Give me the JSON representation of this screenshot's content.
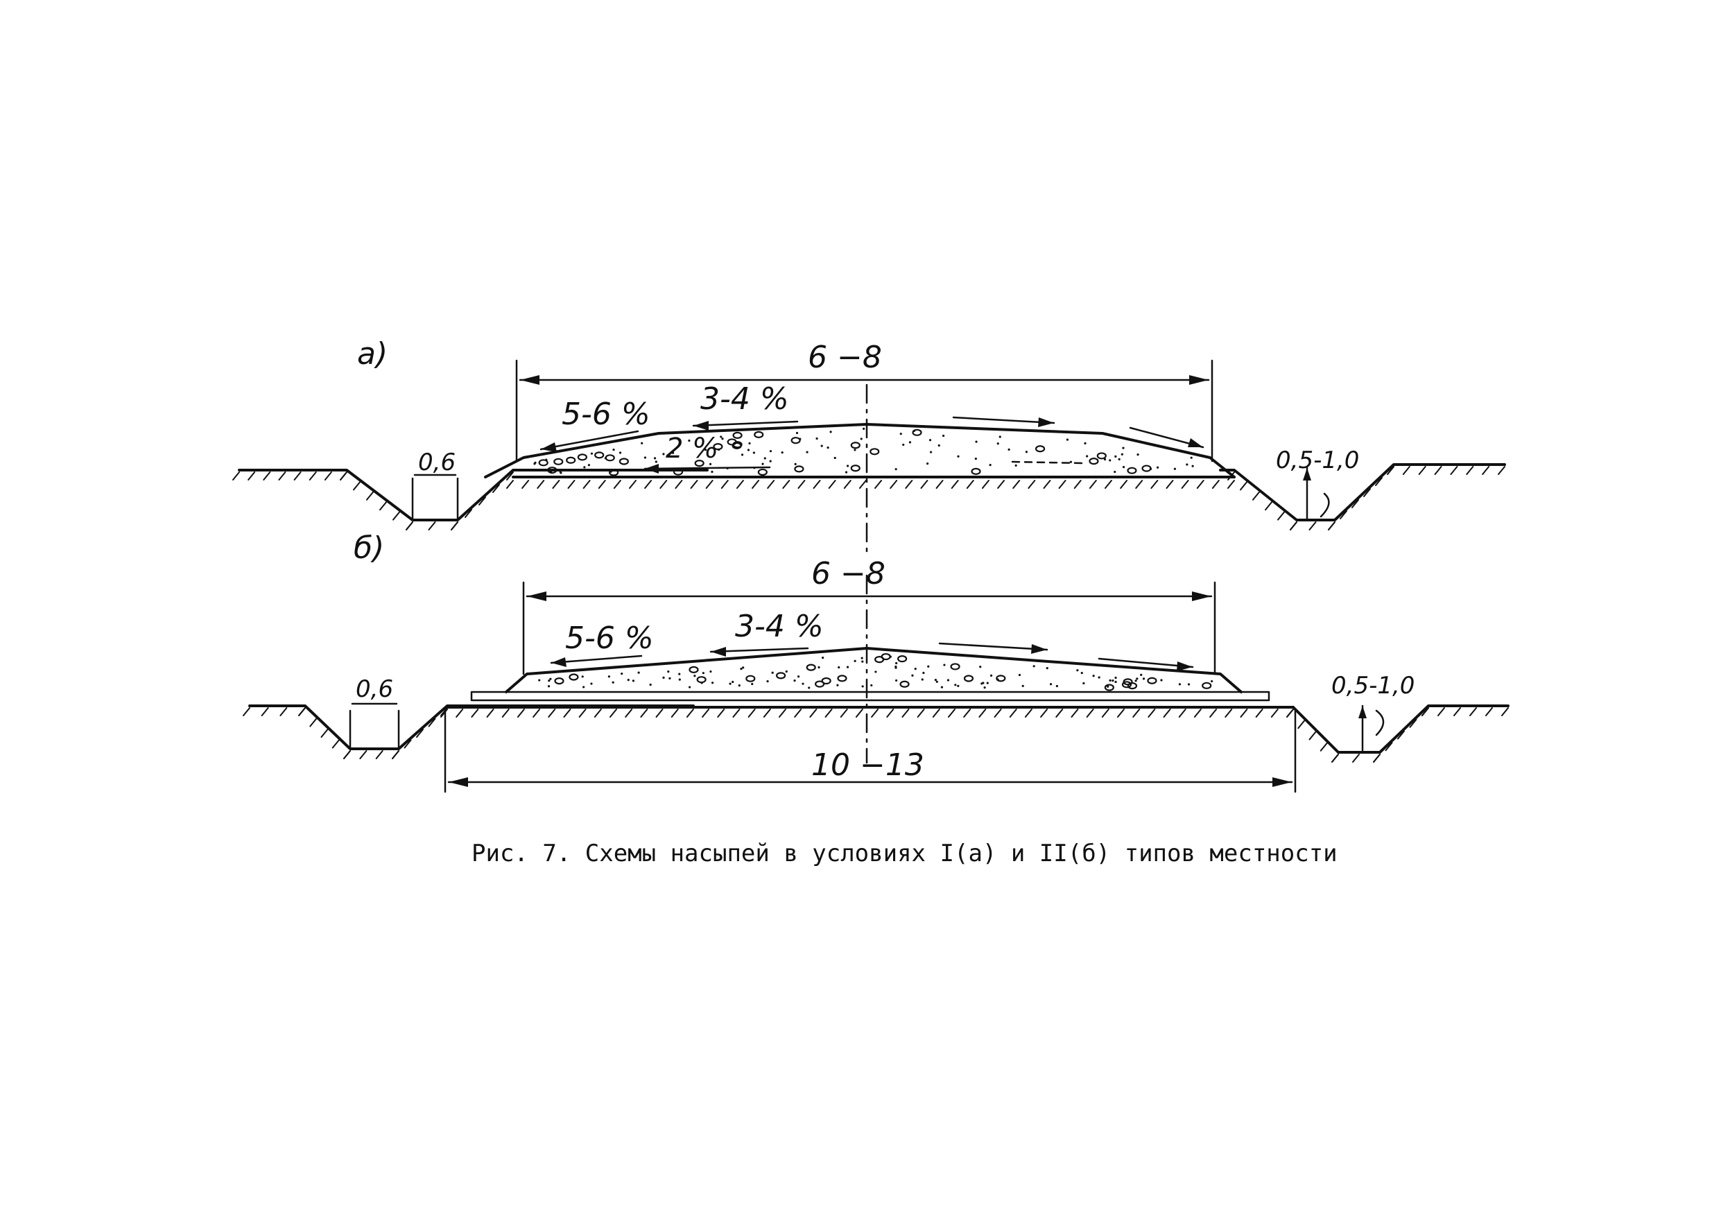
{
  "figure": {
    "caption": "Рис. 7. Схемы насыпей в условиях I(а) и II(б) типов местности"
  },
  "scheme_a": {
    "label": "а)",
    "top_width": "6 −8",
    "ditch_bottom": "0,6",
    "ditch_depth": "0,5-1,0",
    "slope_shoulder": "5-6 %",
    "slope_crown": "3-4 %",
    "slope_base": "2 %"
  },
  "scheme_b": {
    "label": "б)",
    "top_width": "6 −8",
    "base_width": "10 −13",
    "ditch_bottom": "0,6",
    "ditch_depth": "0,5-1,0",
    "slope_shoulder": "5-6 %",
    "slope_crown": "3-4 %"
  },
  "colors": {
    "ink": "#111111",
    "paper": "#ffffff"
  }
}
